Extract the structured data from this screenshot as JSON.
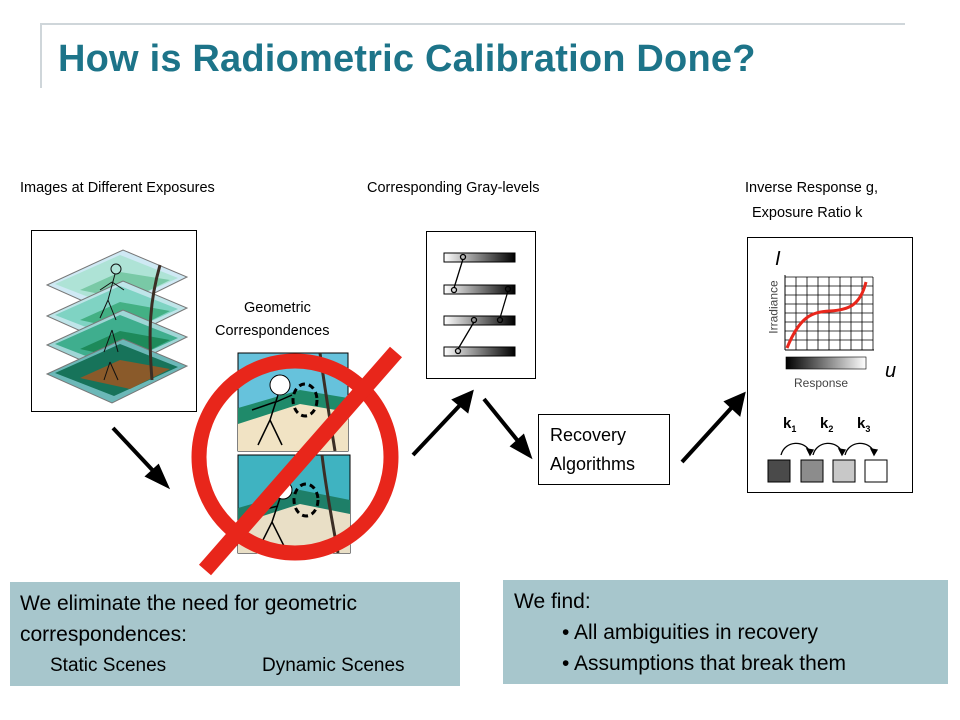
{
  "title": "How is Radiometric Calibration Done?",
  "labels": {
    "images": "Images at Different Exposures",
    "gray_levels": "Corresponding Gray-levels",
    "inverse_line1": "Inverse Response g,",
    "inverse_line2": "Exposure Ratio k",
    "geometric_line1": "Geometric",
    "geometric_line2": "Correspondences",
    "recovery_line1": "Recovery",
    "recovery_line2": "Algorithms"
  },
  "plot": {
    "y_letter": "I",
    "x_letter": "u",
    "y_axis_label": "Irradiance",
    "x_axis_label": "Response",
    "k_labels": [
      {
        "base": "k",
        "sub": "1"
      },
      {
        "base": "k",
        "sub": "2"
      },
      {
        "base": "k",
        "sub": "3"
      }
    ],
    "swatch_colors": [
      "#4a4a4a",
      "#8c8c8c",
      "#c8c8c8",
      "#ffffff"
    ],
    "curve_color": "#e8261b"
  },
  "left_panel": {
    "line1": "We eliminate the need for geometric",
    "line2": "correspondences:",
    "from": "Static Scenes",
    "to": "Dynamic Scenes"
  },
  "right_panel": {
    "heading": "We find:",
    "bullets": [
      "All ambiguities in recovery",
      "Assumptions that break them"
    ]
  },
  "colors": {
    "title": "#1d7489",
    "panel": "#a7c6cc",
    "no_sign": "#e8261b"
  }
}
